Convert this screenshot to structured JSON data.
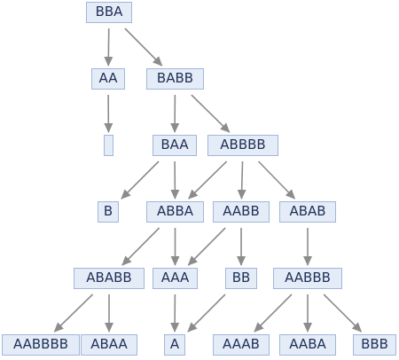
{
  "nodes": [
    {
      "id": "n0",
      "label": "BBA"
    },
    {
      "id": "n1",
      "label": "AA"
    },
    {
      "id": "n2",
      "label": "BABB"
    },
    {
      "id": "n3",
      "label": ""
    },
    {
      "id": "n4",
      "label": "BAA"
    },
    {
      "id": "n5",
      "label": "ABBBB"
    },
    {
      "id": "n6",
      "label": "B"
    },
    {
      "id": "n7",
      "label": "ABBA"
    },
    {
      "id": "n8",
      "label": "AABB"
    },
    {
      "id": "n9",
      "label": "ABAB"
    },
    {
      "id": "n10",
      "label": "ABABB"
    },
    {
      "id": "n11",
      "label": "AAA"
    },
    {
      "id": "n12",
      "label": "BB"
    },
    {
      "id": "n13",
      "label": "AABBB"
    },
    {
      "id": "n14",
      "label": "AABBBB"
    },
    {
      "id": "n15",
      "label": "ABAA"
    },
    {
      "id": "n16",
      "label": "A"
    },
    {
      "id": "n17",
      "label": "AAAB"
    },
    {
      "id": "n18",
      "label": "AABA"
    },
    {
      "id": "n19",
      "label": "BBB"
    }
  ],
  "edges": [
    [
      "n0",
      "n1"
    ],
    [
      "n0",
      "n2"
    ],
    [
      "n1",
      "n3"
    ],
    [
      "n2",
      "n4"
    ],
    [
      "n2",
      "n5"
    ],
    [
      "n4",
      "n6"
    ],
    [
      "n4",
      "n7"
    ],
    [
      "n5",
      "n7"
    ],
    [
      "n5",
      "n8"
    ],
    [
      "n5",
      "n9"
    ],
    [
      "n7",
      "n10"
    ],
    [
      "n7",
      "n11"
    ],
    [
      "n8",
      "n11"
    ],
    [
      "n8",
      "n12"
    ],
    [
      "n9",
      "n13"
    ],
    [
      "n10",
      "n14"
    ],
    [
      "n10",
      "n15"
    ],
    [
      "n11",
      "n16"
    ],
    [
      "n12",
      "n16"
    ],
    [
      "n13",
      "n17"
    ],
    [
      "n13",
      "n18"
    ],
    [
      "n13",
      "n19"
    ]
  ],
  "colors": {
    "node_fill": "#e4ecf7",
    "node_border": "#a3b6d9",
    "text": "#1f2f56",
    "edge": "#8c8c8c"
  }
}
